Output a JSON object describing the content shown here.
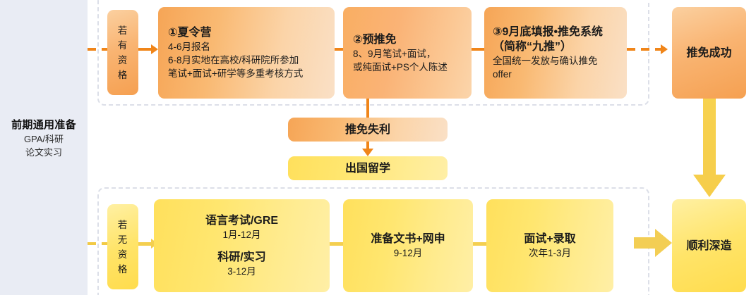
{
  "sidebar": {
    "title": "前期通用准备",
    "lines": [
      "GPA/科研",
      "论文实习"
    ]
  },
  "top_track": {
    "gate_label": [
      "若",
      "有",
      "资",
      "格"
    ],
    "nodes": [
      {
        "title": "①夏令营",
        "lines": [
          "4-6月报名",
          "6-8月实地在高校/科研院所参加",
          "笔试+面试+研学等多重考核方式"
        ]
      },
      {
        "title": "②预推免",
        "lines": [
          "8、9月笔试+面试，",
          "或纯面试+PS个人陈述"
        ]
      },
      {
        "title": "③9月底填报•推免系统",
        "title2": "（简称“九推”）",
        "lines": [
          "全国统一发放与确认推免",
          "offer"
        ]
      }
    ],
    "outcome": "推免成功"
  },
  "middle_track": {
    "fail": "推免失利",
    "abroad": "出国留学"
  },
  "bottom_track": {
    "gate_label": [
      "若",
      "无",
      "资",
      "格"
    ],
    "nodes": [
      {
        "title": "语言考试/GRE",
        "sub": "1月-12月",
        "title2": "科研/实习",
        "sub2": "3-12月"
      },
      {
        "title": "准备文书+网申",
        "sub": "9-12月"
      },
      {
        "title": "面试+录取",
        "sub": "次年1-3月"
      }
    ],
    "outcome": "顺利深造"
  },
  "colors": {
    "orange_accent": "#f08519",
    "yellow_accent": "#f4cf4f",
    "sidebar_bg": "#e9ecf4",
    "dashed_border": "#dcdfe8"
  }
}
